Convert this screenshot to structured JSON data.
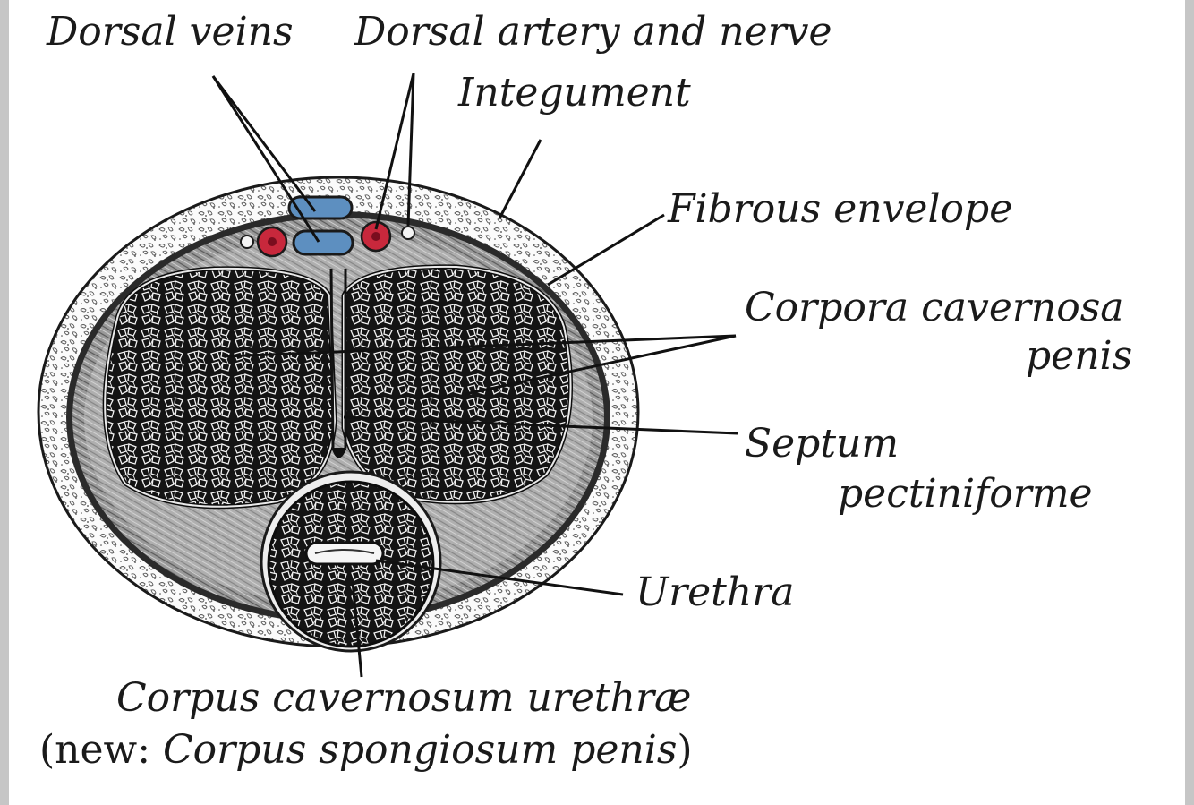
{
  "labels": {
    "dorsal_veins": "Dorsal veins",
    "dorsal_artery_nerve": "Dorsal artery and nerve",
    "integument": "Integument",
    "fibrous_envelope": "Fibrous envelope",
    "corpora_cavernosa_line1": "Corpora cavernosa",
    "corpora_cavernosa_line2": "penis",
    "septum_line1": "Septum",
    "septum_line2": "pectiniforme",
    "urethra": "Urethra",
    "corpus_cavernosum_urethrae": "Corpus cavernosum urethræ"
  },
  "caption": {
    "open": "(new: ",
    "term": "Corpus spongiosum penis",
    "close": ")"
  },
  "colors": {
    "vein_blue": "#5d8fc0",
    "artery_red": "#c8283c",
    "ink": "#1a1a1a",
    "frame_gray": "#c6c6c6"
  }
}
